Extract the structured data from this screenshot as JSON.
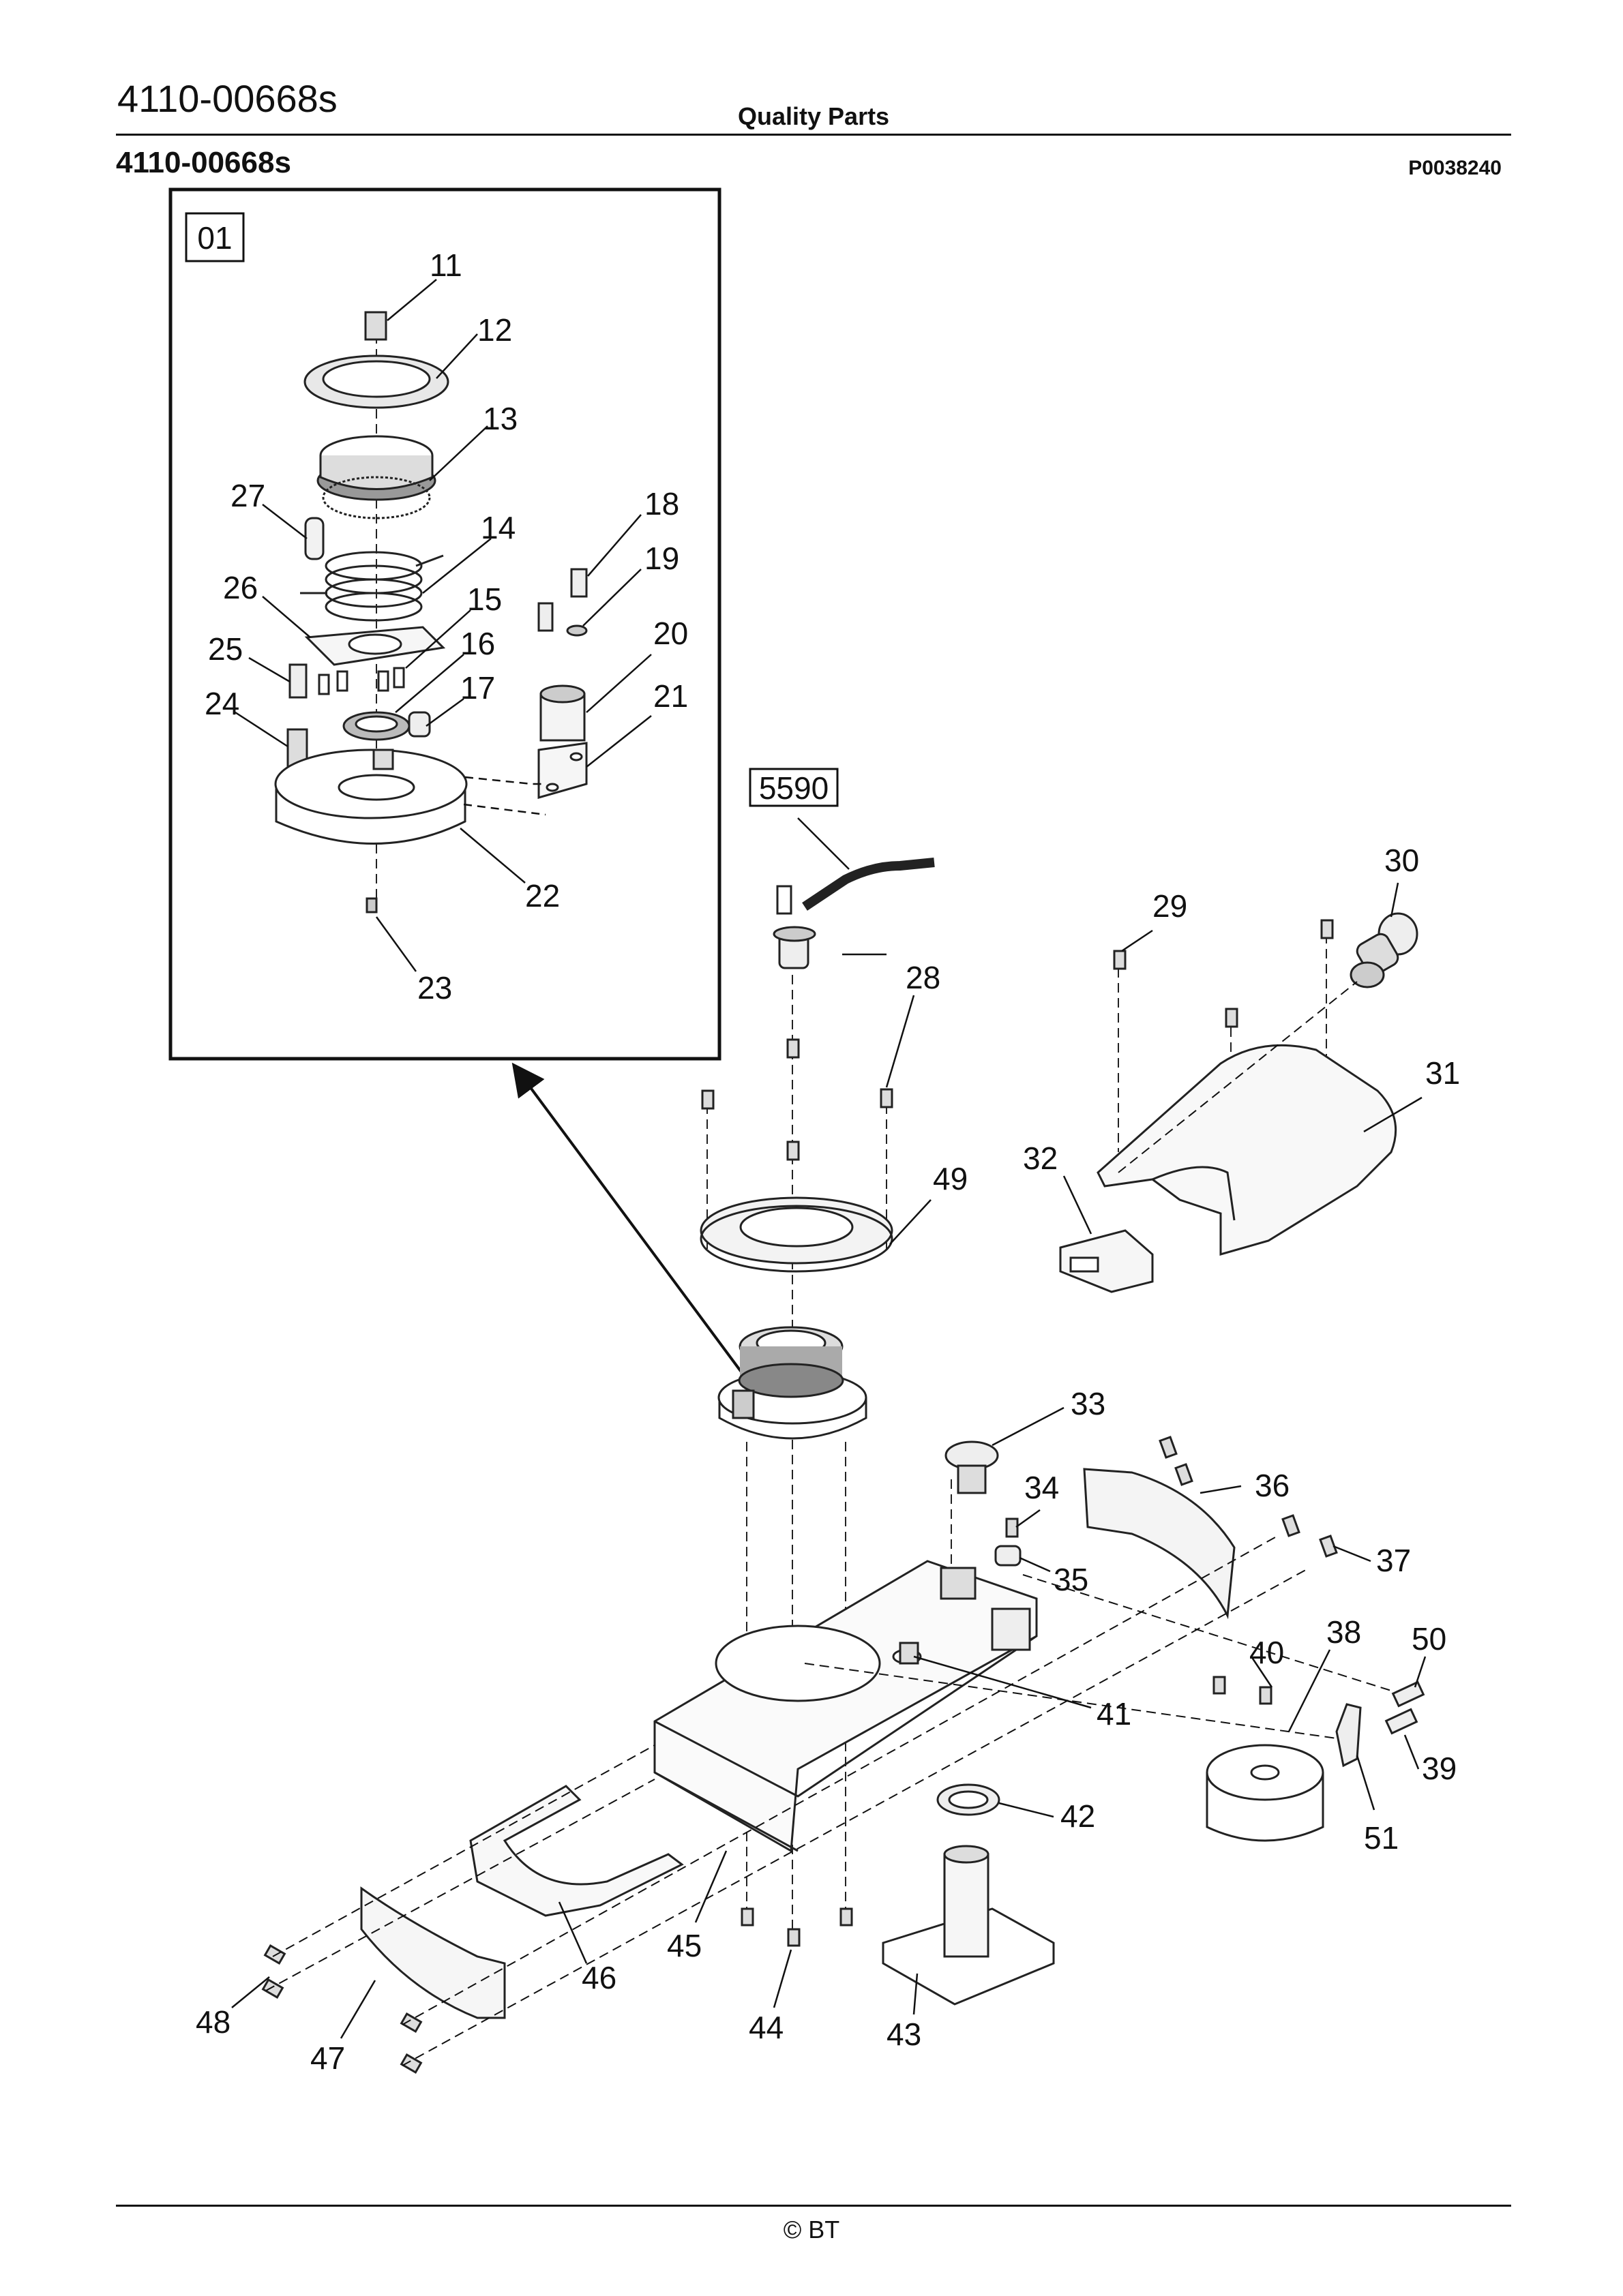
{
  "header": {
    "doc_code": "4110-00668s",
    "brand": "Quality Parts",
    "sub_code": "4110-00668s",
    "ref": "P0038240"
  },
  "footer": {
    "copyright": "© BT"
  },
  "diagram": {
    "inset_label": "01",
    "assembly_label": "5590",
    "callouts": [
      "11",
      "12",
      "13",
      "14",
      "15",
      "16",
      "17",
      "18",
      "19",
      "20",
      "21",
      "22",
      "23",
      "24",
      "25",
      "26",
      "27",
      "28",
      "29",
      "30",
      "31",
      "32",
      "33",
      "34",
      "35",
      "36",
      "37",
      "38",
      "39",
      "40",
      "41",
      "42",
      "43",
      "44",
      "45",
      "46",
      "47",
      "48",
      "49",
      "50",
      "51"
    ]
  }
}
